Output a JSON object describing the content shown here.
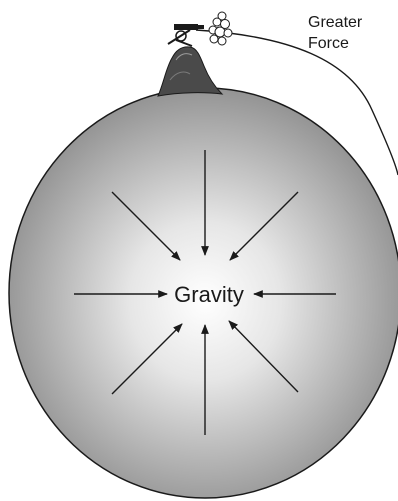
{
  "labels": {
    "force_line1": "Greater",
    "force_line2": "Force",
    "center": "Gravity"
  },
  "colors": {
    "planet_center": "#ffffff",
    "planet_edge": "#8c8c8c",
    "outline": "#1a1a1a",
    "mountain": "#4a4a4a",
    "smoke": "#ffffff"
  },
  "icons": [
    "cannon-icon",
    "smoke-puff-icon"
  ]
}
